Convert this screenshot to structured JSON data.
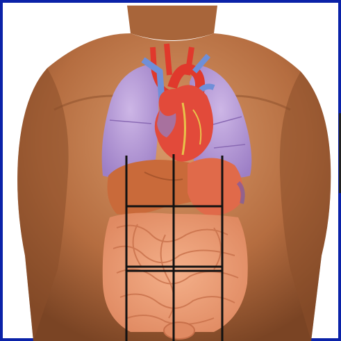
{
  "image": {
    "subject": "anatomical-torso-illustration",
    "frame_color": "#0b22a8",
    "background_color": "#ffffff",
    "skin_color": "#c07a4a",
    "lung_color": "#b79ad6",
    "heart_color": "#e24a3a",
    "artery_color": "#e0392c",
    "vein_color": "#6f8fd8",
    "liver_color": "#c96a3a",
    "stomach_color": "#e06a4a",
    "intestine_color": "#f0a07a",
    "grid_line_color": "#111111",
    "grid": {
      "columns": 3,
      "rows": 3,
      "label": "abdominal-regions"
    }
  }
}
